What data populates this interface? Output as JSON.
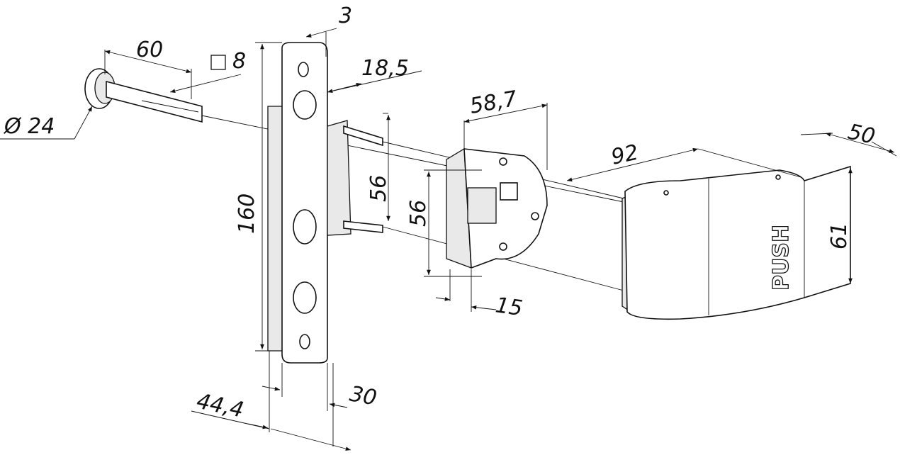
{
  "diagram": {
    "dimensions": {
      "spindle_length": "60",
      "spindle_square": "8",
      "rose_diameter": "Ø 24",
      "plate_thickness": "3",
      "bolt_offset": "18,5",
      "plate_height": "160",
      "bolt_spacing": "56",
      "lock_hole_spacing": "56",
      "lock_width": "58,7",
      "lock_depth": "15",
      "handle_length": "92",
      "handle_width": "50",
      "handle_height": "61",
      "plate_width": "44,4",
      "plate_inner_width": "30"
    },
    "handle_label": "PUSH"
  }
}
